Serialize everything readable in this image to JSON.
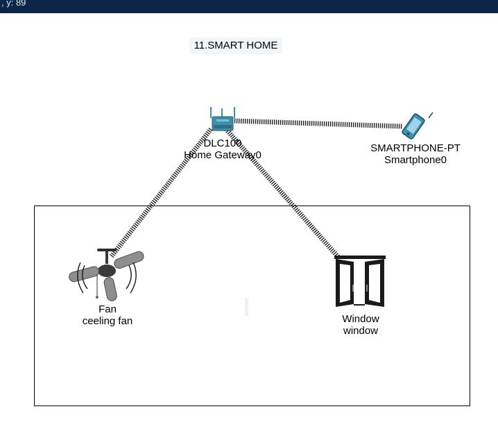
{
  "topbar": {
    "text": ", y: 89"
  },
  "note": {
    "text": "11.SMART HOME"
  },
  "devices": {
    "gateway": {
      "model": "DLC100",
      "name": "Home Gateway0",
      "icon": "home-gateway-icon"
    },
    "smartphone": {
      "model": "SMARTPHONE-PT",
      "name": "Smartphone0",
      "icon": "smartphone-icon"
    },
    "fan": {
      "model": "Fan",
      "name": "ceeling fan",
      "icon": "ceiling-fan-icon"
    },
    "window": {
      "model": "Window",
      "name": "window",
      "icon": "window-icon"
    }
  },
  "links": [
    {
      "from": "gateway",
      "to": "smartphone",
      "type": "wireless"
    },
    {
      "from": "gateway",
      "to": "fan",
      "type": "wireless"
    },
    {
      "from": "gateway",
      "to": "window",
      "type": "wireless"
    }
  ],
  "colors": {
    "topbar": "#0d2549",
    "gateway": "#3f8fa8",
    "smartphone": "#3c8fb0",
    "link": "#1f1f1f"
  }
}
